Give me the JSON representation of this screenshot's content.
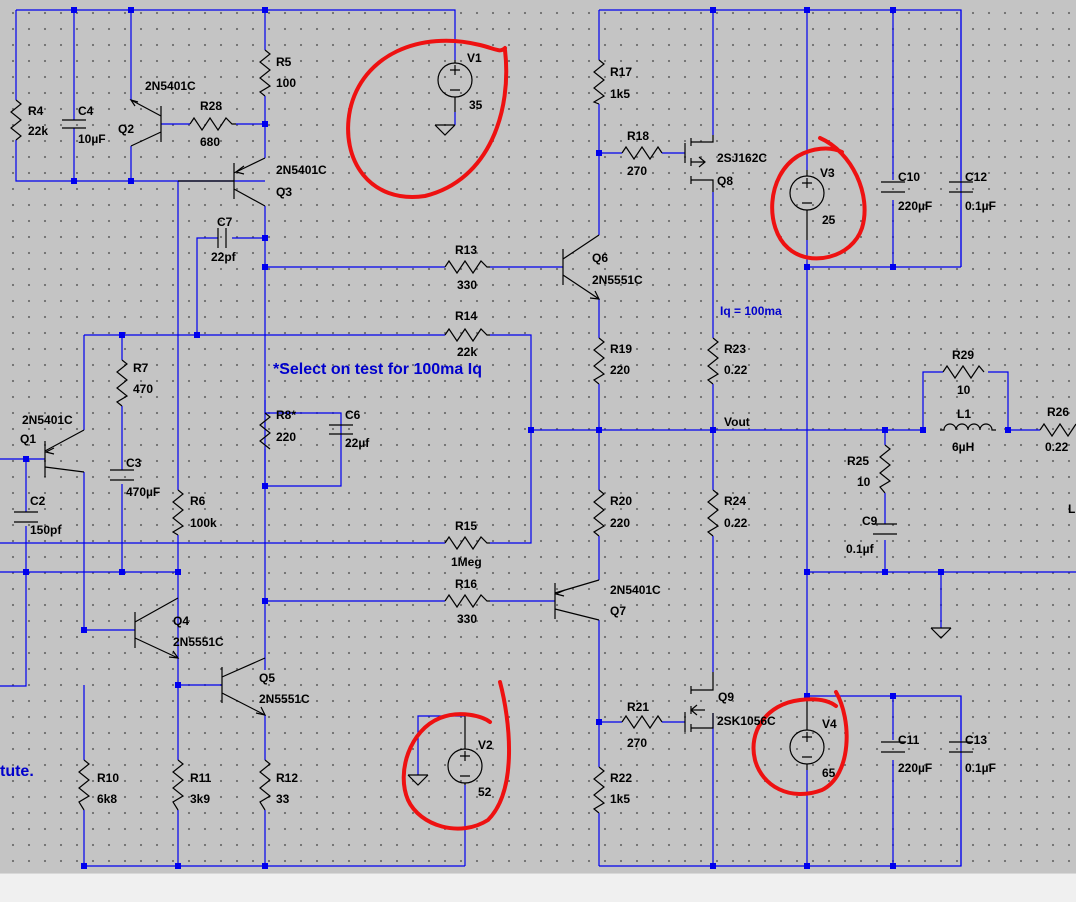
{
  "labels": {
    "r4": "R4",
    "r4v": "22k",
    "c4": "C4",
    "c4v": "10µF",
    "q2t": "2N5401C",
    "q2": "Q2",
    "r28": "R28",
    "r28v": "680",
    "r5": "R5",
    "r5v": "100",
    "q3t": "2N5401C",
    "q3": "Q3",
    "c7": "C7",
    "c7v": "22pf",
    "v1": "V1",
    "v1v": "35",
    "r17": "R17",
    "r17v": "1k5",
    "r18": "R18",
    "r18v": "270",
    "q8t": "2SJ162C",
    "q8": "Q8",
    "v3": "V3",
    "v3v": "25",
    "c10": "C10",
    "c10v": "220µF",
    "c12": "C12",
    "c12v": "0.1µF",
    "r13": "R13",
    "r13v": "330",
    "q6": "Q6",
    "q6t": "2N5551C",
    "iq": "Iq = 100ma",
    "r14": "R14",
    "r14v": "22k",
    "r7": "R7",
    "r7v": "470",
    "note": "*Select on test for 100ma Iq",
    "r19": "R19",
    "r19v": "220",
    "r23": "R23",
    "r23v": "0.22",
    "r29": "R29",
    "r29v": "10",
    "q1t": "2N5401C",
    "q1": "Q1",
    "r8": "R8*",
    "r8v": "220",
    "c6": "C6",
    "c6v": "22µf",
    "vout": "Vout",
    "l1": "L1",
    "l1v": "6µH",
    "r26": "R26",
    "r26v": "0.22",
    "c3": "C3",
    "c3v": "470µF",
    "r25": "R25",
    "r25v": "10",
    "c2": "C2",
    "c2v": "150pf",
    "r6": "R6",
    "r6v": "100k",
    "r20": "R20",
    "r20v": "220",
    "r24": "R24",
    "r24v": "0.22",
    "c9": "C9",
    "c9v": "0.1µf",
    "r15": "R15",
    "r15v": "1Meg",
    "r16": "R16",
    "r16v": "330",
    "q7t": "2N5401C",
    "q7": "Q7",
    "q4": "Q4",
    "q4t": "2N5551C",
    "q5": "Q5",
    "q5t": "2N5551C",
    "q9": "Q9",
    "q9t": "2SK1056C",
    "r21": "R21",
    "r21v": "270",
    "v2": "V2",
    "v2v": "52",
    "v4": "V4",
    "v4v": "65",
    "c11": "C11",
    "c11v": "220µF",
    "c13": "C13",
    "c13v": "0.1µF",
    "ltr": "tute.",
    "r10": "R10",
    "r10v": "6k8",
    "r11": "R11",
    "r11v": "3k9",
    "r12": "R12",
    "r12v": "33",
    "r22": "R22",
    "r22v": "1k5",
    "edge": "L"
  },
  "colors": {
    "wire": "#0000ee",
    "component": "#000000",
    "annotation": "#ee1111",
    "grid": "#c4c4c4"
  }
}
